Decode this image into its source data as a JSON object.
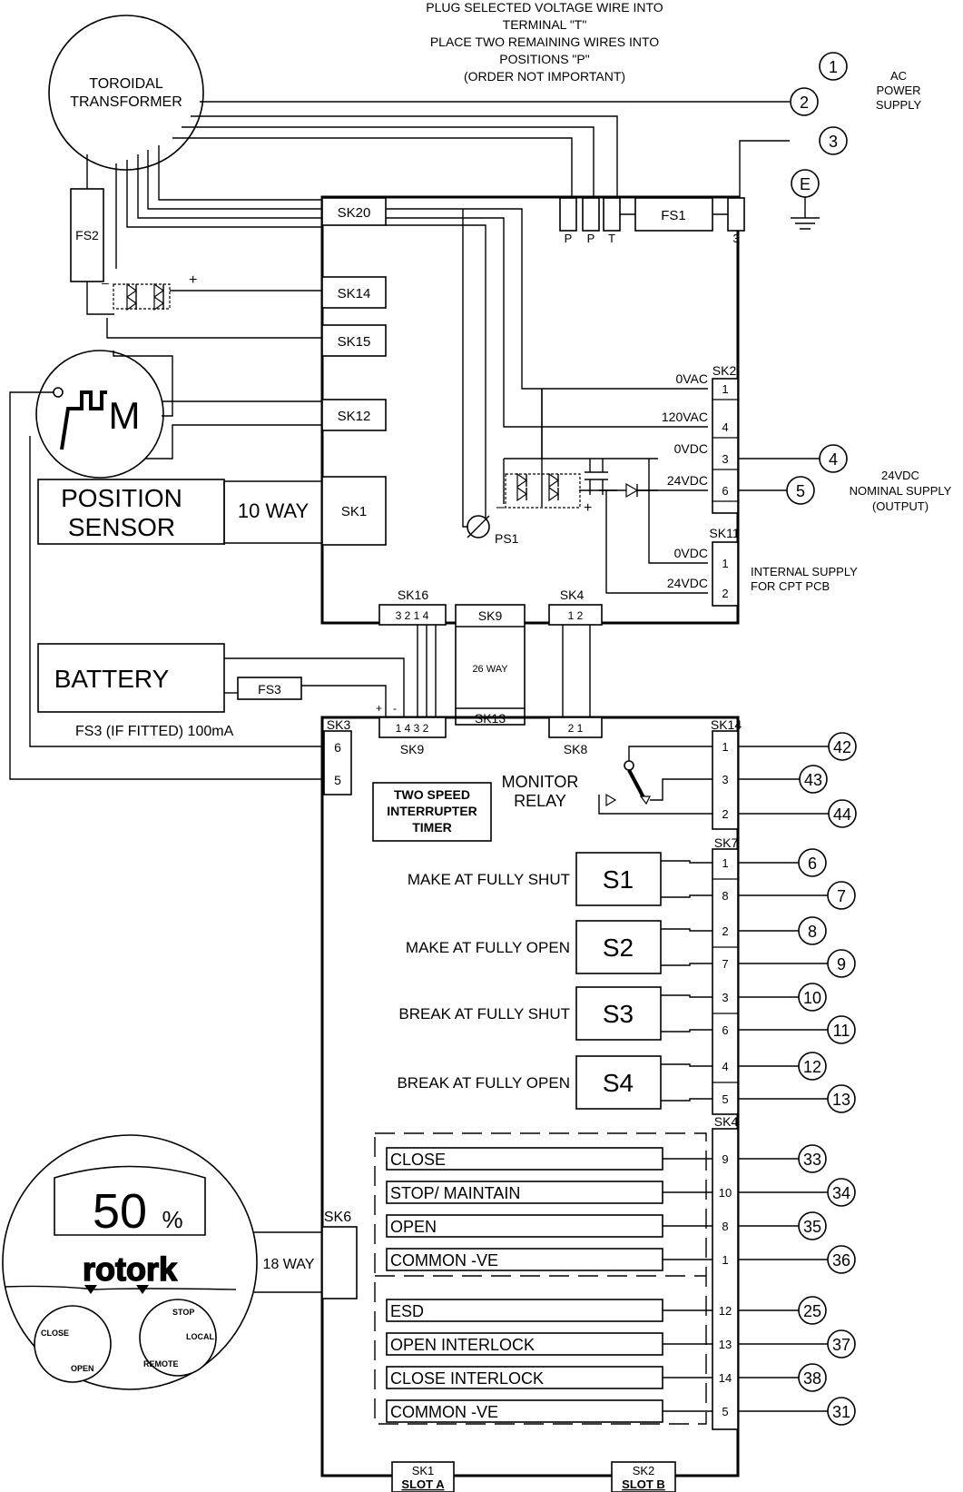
{
  "notes": {
    "l1": "PLUG SELECTED VOLTAGE WIRE INTO",
    "l2": "TERMINAL \"T\"",
    "l3": "PLACE TWO REMAINING WIRES INTO",
    "l4": "POSITIONS \"P\"",
    "l5": "(ORDER NOT IMPORTANT)"
  },
  "transformer": {
    "l1": "TOROIDAL",
    "l2": "TRANSFORMER"
  },
  "fuses": {
    "fs1": "FS1",
    "fs2": "FS2",
    "fs3": "FS3",
    "fs3_note": "FS3 (IF FITTED) 100mA",
    "ps1": "PS1"
  },
  "supply": {
    "t1": "1",
    "t2": "2",
    "t3": "3",
    "e": "E",
    "ac1": "AC",
    "ac2": "POWER",
    "ac3": "SUPPLY",
    "p1": "P",
    "p2": "P",
    "t": "T",
    "three": "3"
  },
  "connectors": {
    "sk20": "SK20",
    "sk14a": "SK14",
    "sk15": "SK15",
    "sk12": "SK12",
    "sk1": "SK1",
    "sk2": "SK2",
    "sk11": "SK11",
    "sk16": "SK16",
    "sk16_pins": "3 2 1 4",
    "sk4a": "SK4",
    "sk4a_pins": "1   2",
    "sk9a": "SK9",
    "sk9_way": "26 WAY",
    "sk13": "SK13",
    "sk9b_pins": "1 4 3 2",
    "sk9b": "SK9",
    "sk8_pins": "2   1",
    "sk8": "SK8",
    "sk3": "SK3",
    "sk3_6": "6",
    "sk3_5": "5",
    "sk14b": "SK14",
    "sk7": "SK7",
    "sk4b": "SK4",
    "sk6": "SK6",
    "sk1b": "SK1",
    "slot_a": "SLOT A",
    "sk2b": "SK2",
    "slot_b": "SLOT B"
  },
  "sk2_rows": [
    {
      "label": "0VAC",
      "pin": "1"
    },
    {
      "label": "120VAC",
      "pin": "4"
    },
    {
      "label": "0VDC",
      "pin": "3"
    },
    {
      "label": "24VDC",
      "pin": "6"
    }
  ],
  "sk11_rows": [
    {
      "label": "0VDC",
      "pin": "1"
    },
    {
      "label": "24VDC",
      "pin": "2"
    }
  ],
  "dc_supply": {
    "t4": "4",
    "t5": "5",
    "l1": "24VDC",
    "l2": "NOMINAL SUPPLY",
    "l3": "(OUTPUT)"
  },
  "internal_supply": {
    "l1": "INTERNAL SUPPLY",
    "l2": "FOR CPT PCB"
  },
  "motor": {
    "m": "M"
  },
  "position_sensor": {
    "l1": "POSITION",
    "l2": "SENSOR",
    "way": "10 WAY"
  },
  "battery": {
    "label": "BATTERY",
    "plus": "+",
    "minus": "-"
  },
  "timer": {
    "l1": "TWO SPEED",
    "l2": "INTERRUPTER",
    "l3": "TIMER"
  },
  "monitor": {
    "l1": "MONITOR",
    "l2": "RELAY",
    "pins": [
      "1",
      "3",
      "2"
    ],
    "terms": [
      "42",
      "43",
      "44"
    ]
  },
  "switches": [
    {
      "id": "S1",
      "label": "MAKE AT FULLY SHUT",
      "pins": [
        "1",
        "8"
      ],
      "terms": [
        "6",
        "7"
      ]
    },
    {
      "id": "S2",
      "label": "MAKE AT FULLY OPEN",
      "pins": [
        "2",
        "7"
      ],
      "terms": [
        "8",
        "9"
      ]
    },
    {
      "id": "S3",
      "label": "BREAK AT FULLY SHUT",
      "pins": [
        "3",
        "6"
      ],
      "terms": [
        "10",
        "11"
      ]
    },
    {
      "id": "S4",
      "label": "BREAK AT FULLY OPEN",
      "pins": [
        "4",
        "5"
      ],
      "terms": [
        "12",
        "13"
      ]
    }
  ],
  "controls": [
    {
      "label": "CLOSE",
      "pin": "9",
      "term": "33"
    },
    {
      "label": "STOP/ MAINTAIN",
      "pin": "10",
      "term": "34"
    },
    {
      "label": "OPEN",
      "pin": "8",
      "term": "35"
    },
    {
      "label": "COMMON -VE",
      "pin": "1",
      "term": "36"
    },
    {
      "label": "ESD",
      "pin": "12",
      "term": "25"
    },
    {
      "label": "OPEN INTERLOCK",
      "pin": "13",
      "term": "37"
    },
    {
      "label": "CLOSE INTERLOCK",
      "pin": "14",
      "term": "38"
    },
    {
      "label": "COMMON -VE",
      "pin": "5",
      "term": "31"
    }
  ],
  "display": {
    "value": "50",
    "unit": "%",
    "brand": "rotork",
    "close": "CLOSE",
    "open": "OPEN",
    "stop": "STOP",
    "local": "LOCAL",
    "remote": "REMOTE",
    "way": "18 WAY"
  }
}
